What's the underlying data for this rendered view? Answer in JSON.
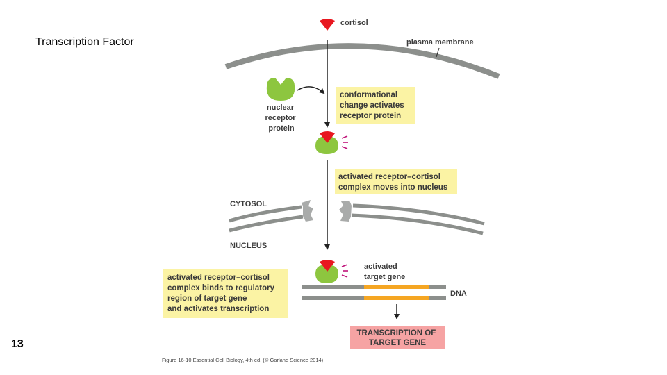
{
  "slide": {
    "title": "Transcription Factor",
    "page_number": "13"
  },
  "diagram": {
    "labels": {
      "cortisol": "cortisol",
      "plasma_membrane": "plasma membrane",
      "nuclear_receptor": [
        "nuclear",
        "receptor",
        "protein"
      ],
      "cytosol": "CYTOSOL",
      "nucleus": "NUCLEUS",
      "activated_target_gene": [
        "activated",
        "target gene"
      ],
      "dna": "DNA"
    },
    "boxes": {
      "conformational": [
        "conformational",
        "change activates",
        "receptor protein"
      ],
      "moves_into_nucleus": [
        "activated receptor–cortisol",
        "complex moves into nucleus"
      ],
      "binds": [
        "activated receptor–cortisol",
        "complex binds to regulatory",
        "region of target gene",
        "and activates transcription"
      ],
      "transcription": [
        "TRANSCRIPTION OF",
        "TARGET GENE"
      ]
    },
    "caption": "Figure 16-10 Essential Cell Biology, 4th ed. (© Garland Science 2014)",
    "colors": {
      "membrane": "#8c8f8c",
      "receptor": "#8dc63f",
      "cortisol": "#e8171f",
      "signal": "#c0147a",
      "yellow_box": "#fbf3a4",
      "pink_box": "#f6a3a3",
      "gene": "#f5a623",
      "pore": "#a9abaa"
    }
  }
}
